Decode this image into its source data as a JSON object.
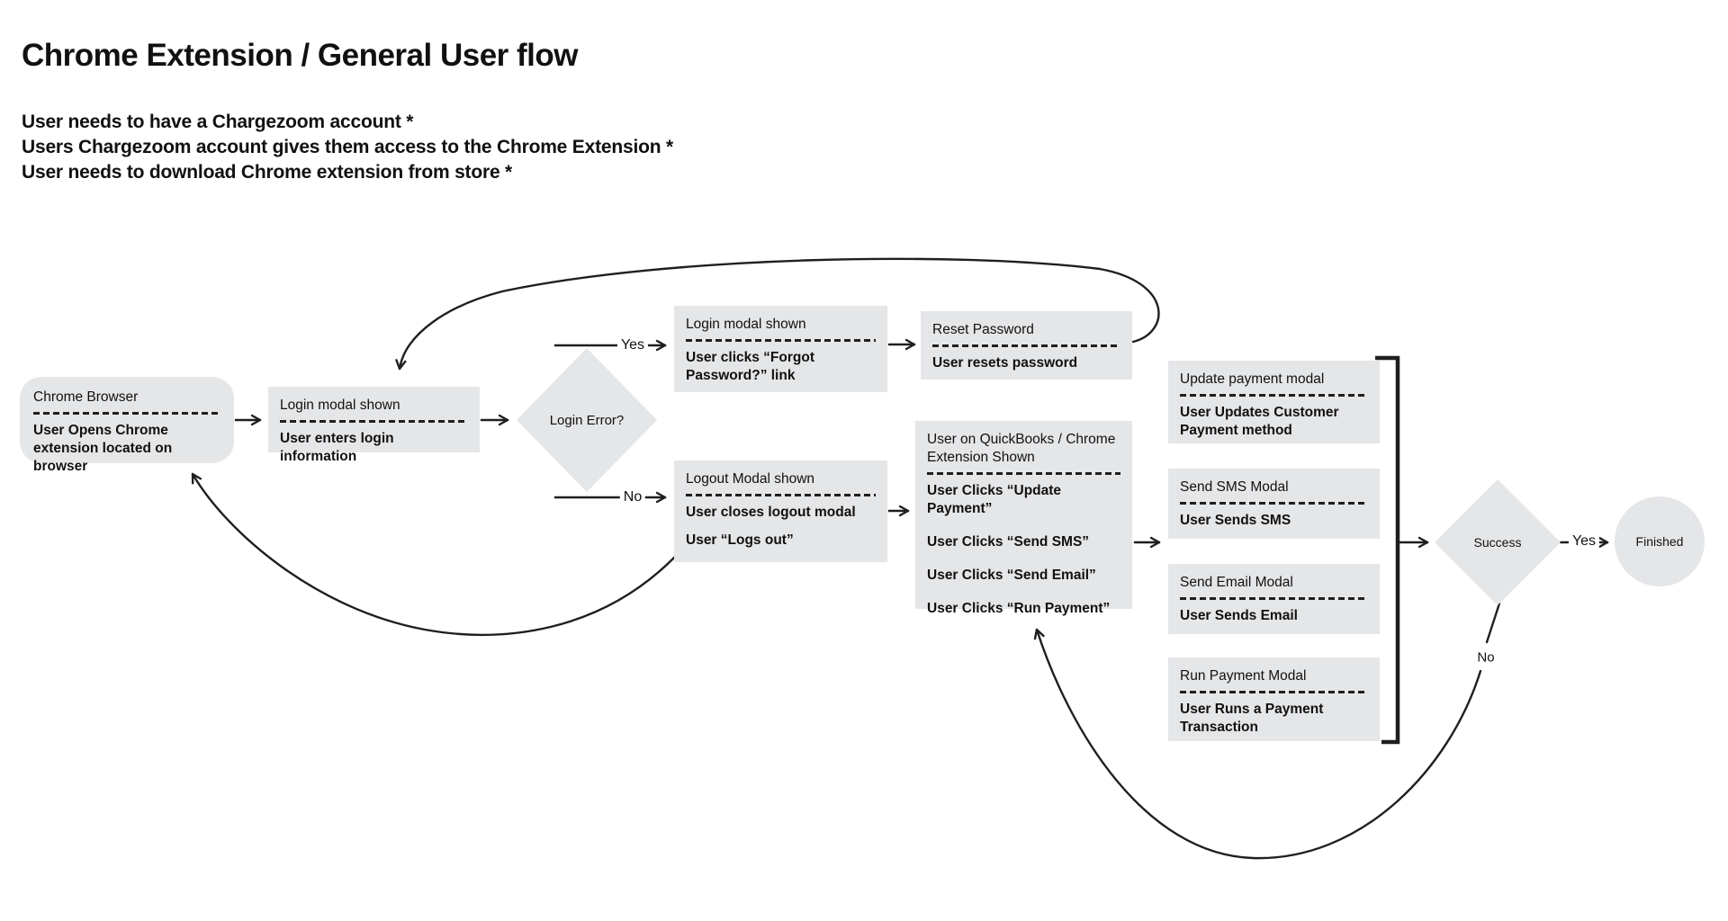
{
  "header": {
    "title": "Chrome Extension / General User flow",
    "notes": [
      "User needs to have a Chargezoom account *",
      "Users Chargezoom account gives them access to the Chrome Extension *",
      "User needs to download Chrome extension from store *"
    ]
  },
  "nodes": {
    "chrome_browser": {
      "title": "Chrome Browser",
      "body": "User Opens Chrome extension located on browser"
    },
    "login_modal": {
      "title": "Login modal shown",
      "body": "User enters login information"
    },
    "login_error": {
      "label": "Login Error?"
    },
    "forgot_password": {
      "title": "Login modal shown",
      "body": "User clicks “Forgot Password?” link"
    },
    "reset_password": {
      "title": "Reset Password",
      "body": "User resets password"
    },
    "logout_modal": {
      "title": "Logout Modal shown",
      "body": "User closes logout modal",
      "body2": "User “Logs out”"
    },
    "quickbooks": {
      "title": "User on QuickBooks / Chrome Extension Shown",
      "items": [
        "User Clicks “Update Payment”",
        "User Clicks “Send SMS”",
        "User Clicks “Send Email”",
        "User Clicks “Run Payment”"
      ]
    },
    "update_payment": {
      "title": "Update payment modal",
      "body": "User Updates Customer Payment method"
    },
    "send_sms": {
      "title": "Send SMS Modal",
      "body": "User Sends SMS"
    },
    "send_email": {
      "title": "Send Email Modal",
      "body": "User Sends Email"
    },
    "run_payment": {
      "title": "Run Payment Modal",
      "body": "User Runs a Payment Transaction"
    },
    "success": {
      "label": "Success"
    },
    "finished": {
      "label": "Finished"
    }
  },
  "edges": {
    "login_error_yes": "Yes",
    "login_error_no": "No",
    "success_yes": "Yes",
    "success_no": "No"
  },
  "colors": {
    "node_fill": "#e5e6e8",
    "line": "#1f1f1f",
    "text": "#111111",
    "background": "#ffffff"
  }
}
